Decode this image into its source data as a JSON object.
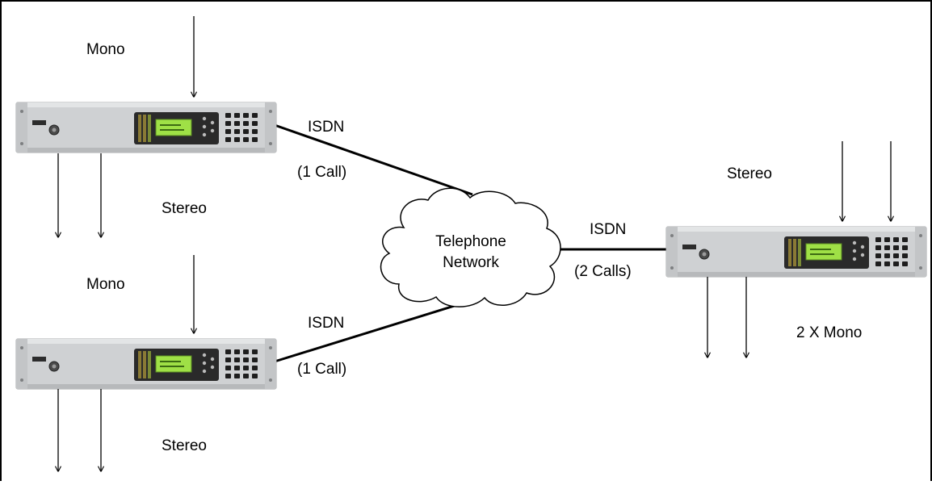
{
  "labels": {
    "codec_a_input": "Mono",
    "codec_a_output": "Stereo",
    "codec_b_input": "Mono",
    "codec_b_output": "Stereo",
    "codec_c_input": "Stereo",
    "codec_c_output": "2 X Mono",
    "link_a_type": "ISDN",
    "link_a_calls": "(1 Call)",
    "link_b_type": "ISDN",
    "link_b_calls": "(1 Call)",
    "link_c_type": "ISDN",
    "link_c_calls": "(2 Calls)",
    "network_line1": "Telephone",
    "network_line2": "Network"
  },
  "colors": {
    "border": "#000000",
    "line": "#000000",
    "device_body": "#cfd1d3",
    "device_display": "#9fe046",
    "device_panel": "#2a2a2a"
  },
  "icons": {
    "device": "codec-rack-unit",
    "network": "cloud"
  }
}
